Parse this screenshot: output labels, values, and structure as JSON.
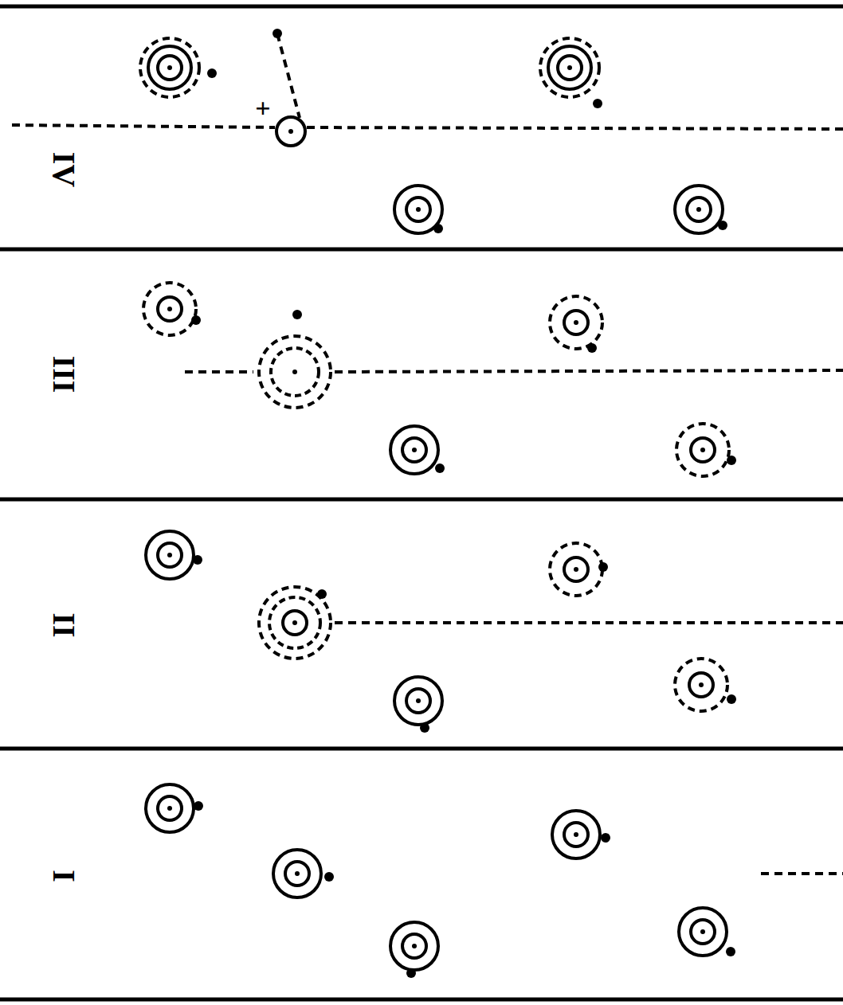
{
  "diagram": {
    "labels": [
      "IV",
      "+",
      "III",
      "II",
      "I"
    ]
  }
}
